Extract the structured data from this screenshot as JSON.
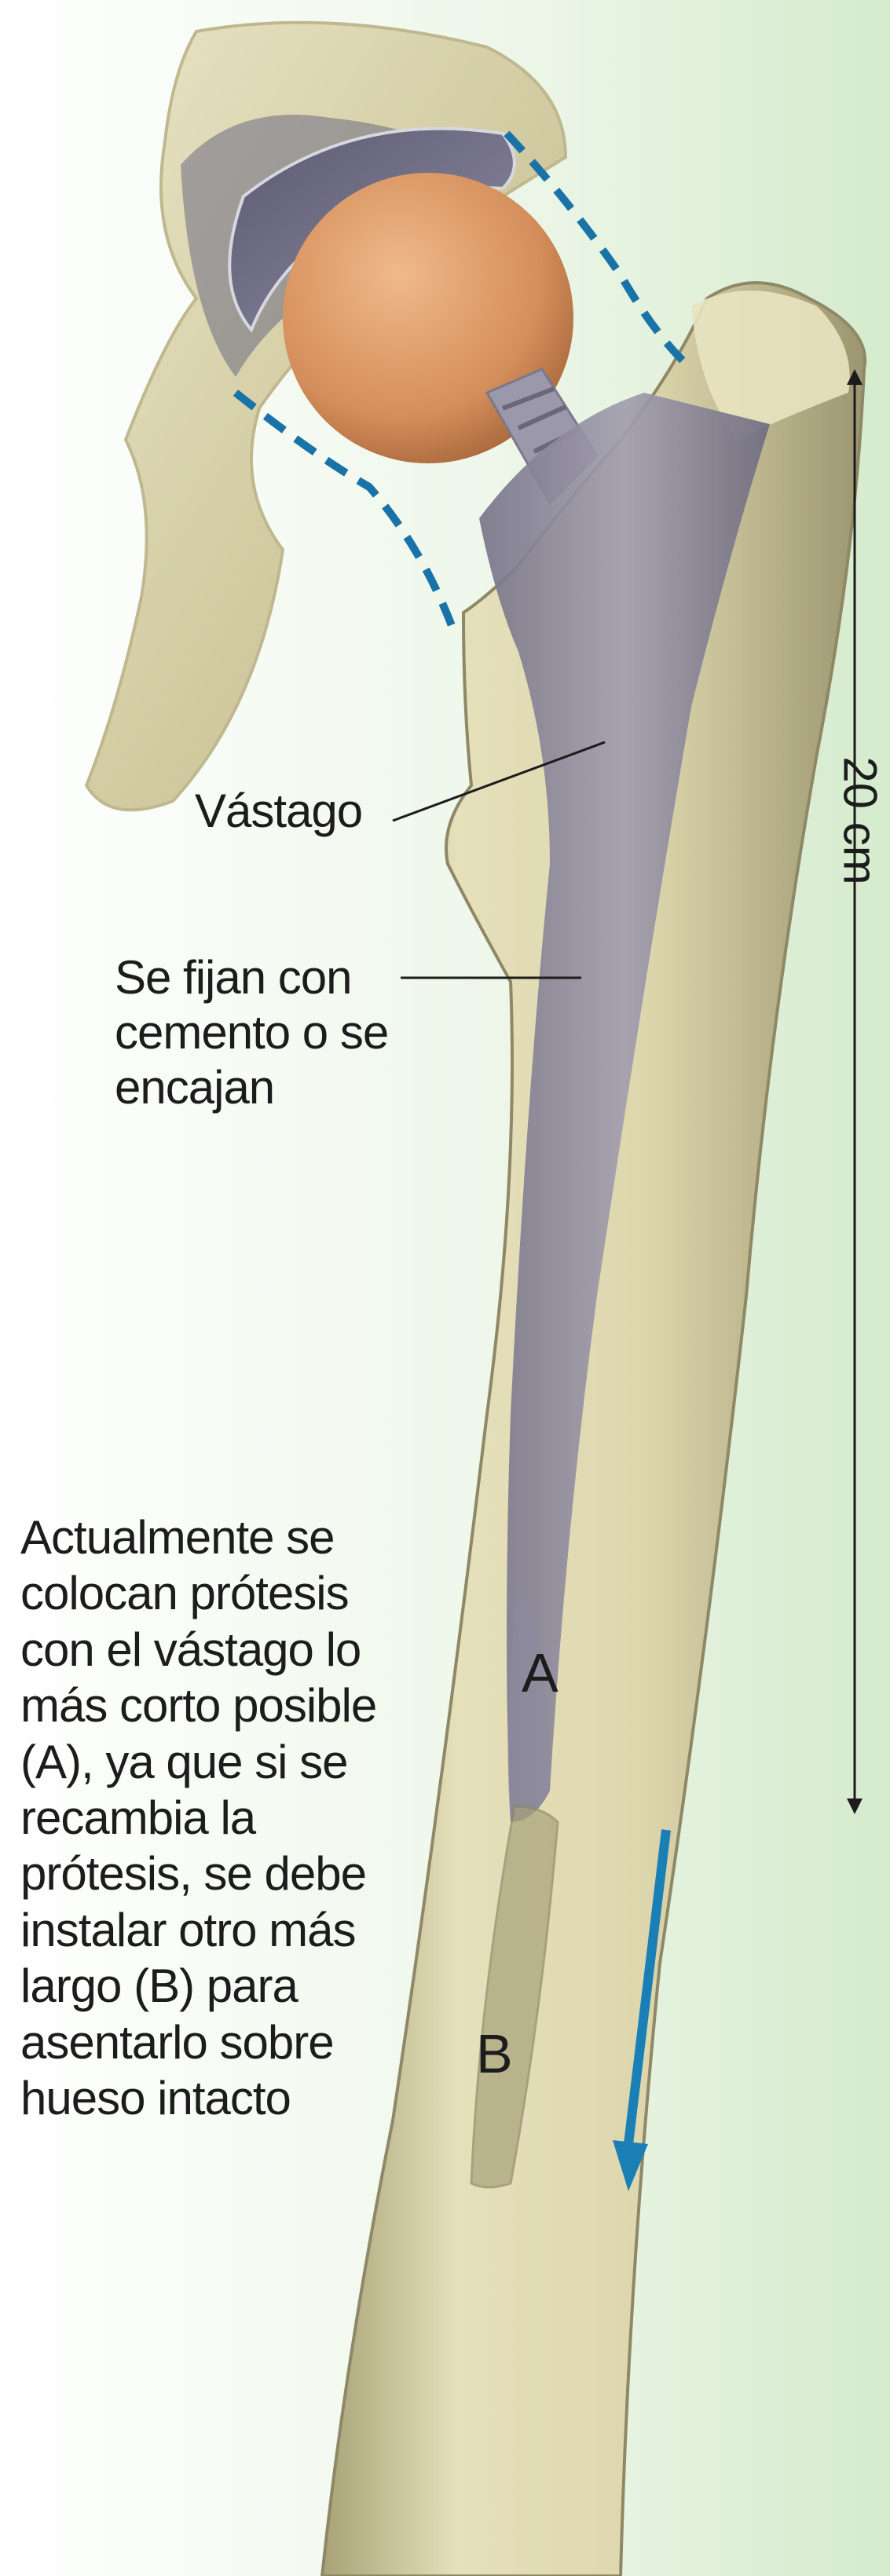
{
  "labels": {
    "vastago": "Vástago",
    "fijan": [
      "Se fijan con",
      "cemento o se",
      "encajan"
    ],
    "actualmente": [
      "Actualmente se",
      "colocan prótesis",
      "con el vástago lo",
      "más corto posible",
      "(A), ya que si se",
      "recambia la",
      "prótesis, se debe",
      "instalar otro más",
      "largo (B) para",
      "asentarlo sobre",
      "hueso intacto"
    ],
    "marker_a": "A",
    "marker_b": "B",
    "dimension": "20 cm"
  },
  "colors": {
    "background_green": "#d7edcf",
    "bone": "#e2dcb4",
    "bone_shadow": "#b4ad82",
    "implant_cup": "#6b6b82",
    "femoral_head": "#d89867",
    "stem": "#8a8aa0",
    "dashed_outline": "#1a73a8",
    "arrow": "#1a7fb5",
    "leader_line": "#1c1c1c"
  },
  "icons": {
    "down_arrow": "down-arrow-icon",
    "dimension_arrow": "double-arrow-icon"
  }
}
